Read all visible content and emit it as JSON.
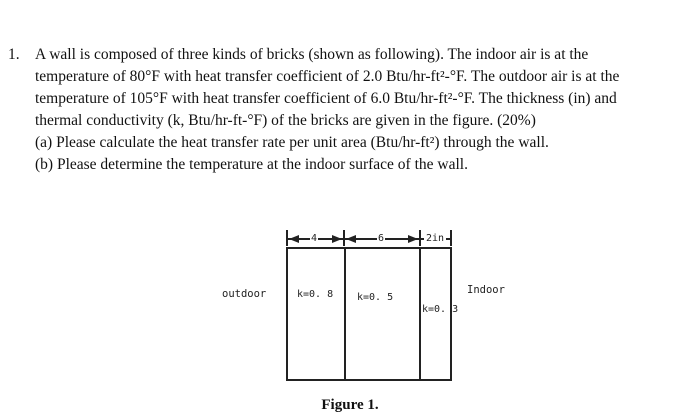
{
  "problem": {
    "number": "1.",
    "statement_lines": [
      "A wall is composed of three kinds of bricks (shown as following). The indoor air is at the",
      "temperature of 80°F with heat transfer coefficient of 2.0 Btu/hr-ft²-°F. The outdoor air is at the",
      "temperature of 105°F with heat transfer coefficient of 6.0 Btu/hr-ft²-°F. The thickness (in) and",
      "thermal conductivity (k, Btu/hr-ft-°F) of the bricks are given in the figure. (20%)"
    ],
    "parts": [
      "(a) Please calculate the heat transfer rate per unit area (Btu/hr-ft²) through the wall.",
      "(b) Please determine the temperature at the indoor surface of the wall."
    ]
  },
  "figure": {
    "outdoor_label": "outdoor",
    "indoor_label": "Indoor",
    "dimensions": [
      "4",
      "6",
      "2in"
    ],
    "conductivities": [
      "k=0. 8",
      "k=0. 5",
      "k=0. 3"
    ],
    "caption": "Figure 1."
  }
}
